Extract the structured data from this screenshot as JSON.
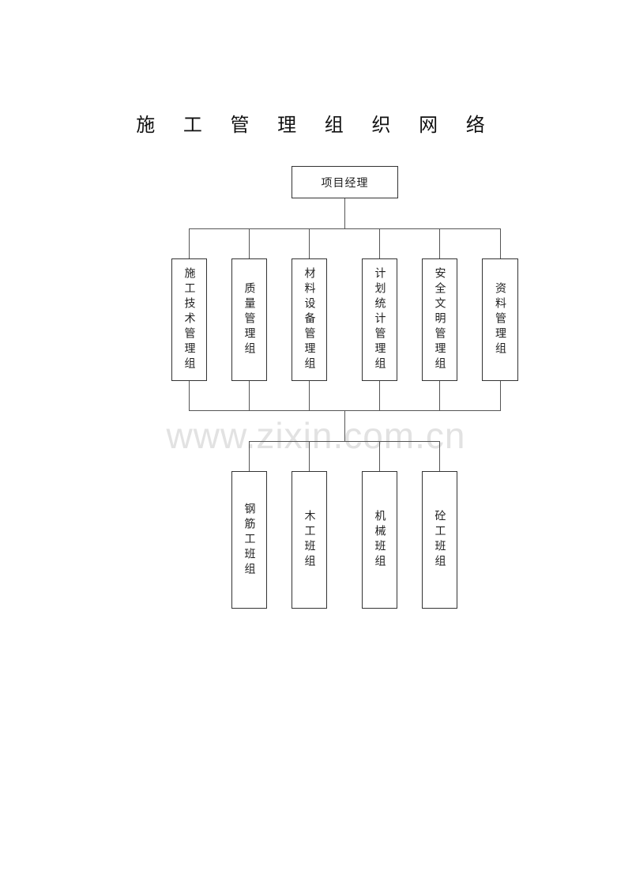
{
  "title": "施 工 管 理 组 织 网 络",
  "root": {
    "label": "项目经理"
  },
  "departments": [
    {
      "label": "施工技术管理组"
    },
    {
      "label": "质量管理组"
    },
    {
      "label": "材料设备管理组"
    },
    {
      "label": "计划统计管理组"
    },
    {
      "label": "安全文明管理组"
    },
    {
      "label": "资料管理组"
    }
  ],
  "teams": [
    {
      "label": "钢筋工班组"
    },
    {
      "label": "木工班组"
    },
    {
      "label": "机械班组"
    },
    {
      "label": "砼工班组"
    }
  ],
  "watermark": "www.zixin.com.cn",
  "colors": {
    "line": "#555555",
    "border": "#333333",
    "watermark": "#e2e2e2"
  }
}
